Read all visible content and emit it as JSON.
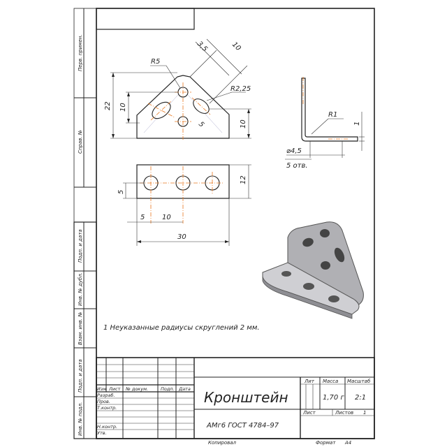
{
  "side_labels": {
    "perv_primen": "Перв. примен.",
    "sprav_no": "Справ. №",
    "podp_data_1": "Подп. и дата",
    "inv_dubl": "Инв. № дубл.",
    "vzam_inv": "Взам. инв. №",
    "podp_data_2": "Подп. и дата",
    "inv_podl": "Инв. № подл."
  },
  "dims_top": {
    "r5": "R5",
    "d35": "3,5",
    "d10_diag": "10",
    "r225": "R2,25",
    "d22": "22",
    "d10_left": "10",
    "d10_right": "10",
    "d5_diag": "5"
  },
  "dims_front": {
    "d12": "12",
    "d5_left": "5",
    "d5_bottom": "5",
    "d10_bottom": "10",
    "d30": "30"
  },
  "dims_side": {
    "r1": "R1",
    "d1": "1",
    "hole": "⌀4,5",
    "holes_count": "5 отв."
  },
  "note": "1 Неуказанные радиусы скруглений 2 мм.",
  "title_block": {
    "name": "Кронштейн",
    "material": "АМг6  ГОСТ 4784–97",
    "lit_header": "Лит",
    "mass_header": "Масса",
    "scale_header": "Масштаб",
    "mass": "1,70 г",
    "scale": "2:1",
    "sheet": "Лист",
    "sheets": "Листов",
    "sheets_count": "1",
    "col_izm": "Изм",
    "col_list": "Лист",
    "col_doc": "№ докум.",
    "col_podp": "Подп.",
    "col_data": "Дата",
    "row_razrab": "Разраб.",
    "row_prov": "Пров.",
    "row_tkontr": "Т.контр.",
    "row_nkontr": "Н.контр.",
    "row_utv": "Утв."
  },
  "footer": {
    "kopiroval": "Копировал",
    "format_label": "Формат",
    "format_value": "А4"
  }
}
